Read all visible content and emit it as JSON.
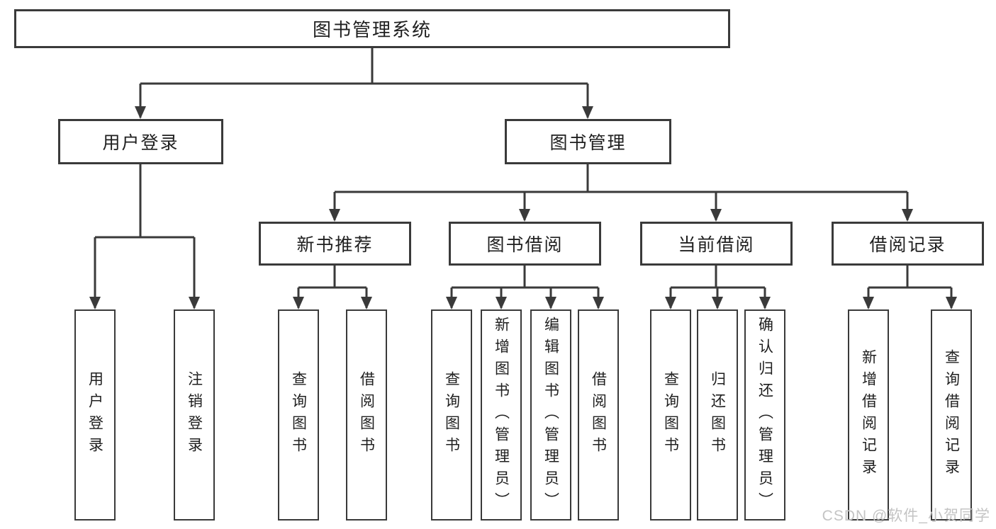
{
  "diagram": {
    "title": "图书管理系统",
    "nodes": {
      "root": {
        "label": "图书管理系统"
      },
      "user_login": {
        "label": "用户登录"
      },
      "book_management": {
        "label": "图书管理"
      },
      "new_book_recommend": {
        "label": "新书推荐"
      },
      "book_borrow": {
        "label": "图书借阅"
      },
      "current_borrow": {
        "label": "当前借阅"
      },
      "borrow_records": {
        "label": "借阅记录"
      },
      "leaf_user_login": {
        "label": "用户登录"
      },
      "leaf_logout": {
        "label": "注销登录"
      },
      "leaf_recommend_query_book": {
        "label": "查询图书"
      },
      "leaf_recommend_borrow_book": {
        "label": "借阅图书"
      },
      "leaf_borrow_query_book": {
        "label": "查询图书"
      },
      "leaf_borrow_add_book": {
        "label": "新增图书（管理员）"
      },
      "leaf_borrow_edit_book": {
        "label": "编辑图书（管理员）"
      },
      "leaf_borrow_borrow_book": {
        "label": "借阅图书"
      },
      "leaf_current_query_book": {
        "label": "查询图书"
      },
      "leaf_current_return_book": {
        "label": "归还图书"
      },
      "leaf_current_confirm_return": {
        "label": "确认归还（管理员）"
      }
    },
    "leaf_records_add": {
      "label": "新增借阅记录"
    },
    "leaf_records_query": {
      "label": "查询借阅记录"
    }
  },
  "watermark": {
    "text": "CSDN @软件_小贺同学"
  },
  "colors": {
    "line": "#3a3a3a",
    "text": "#1f1f1f",
    "watermark": "#c4c4c4",
    "background": "#ffffff"
  }
}
